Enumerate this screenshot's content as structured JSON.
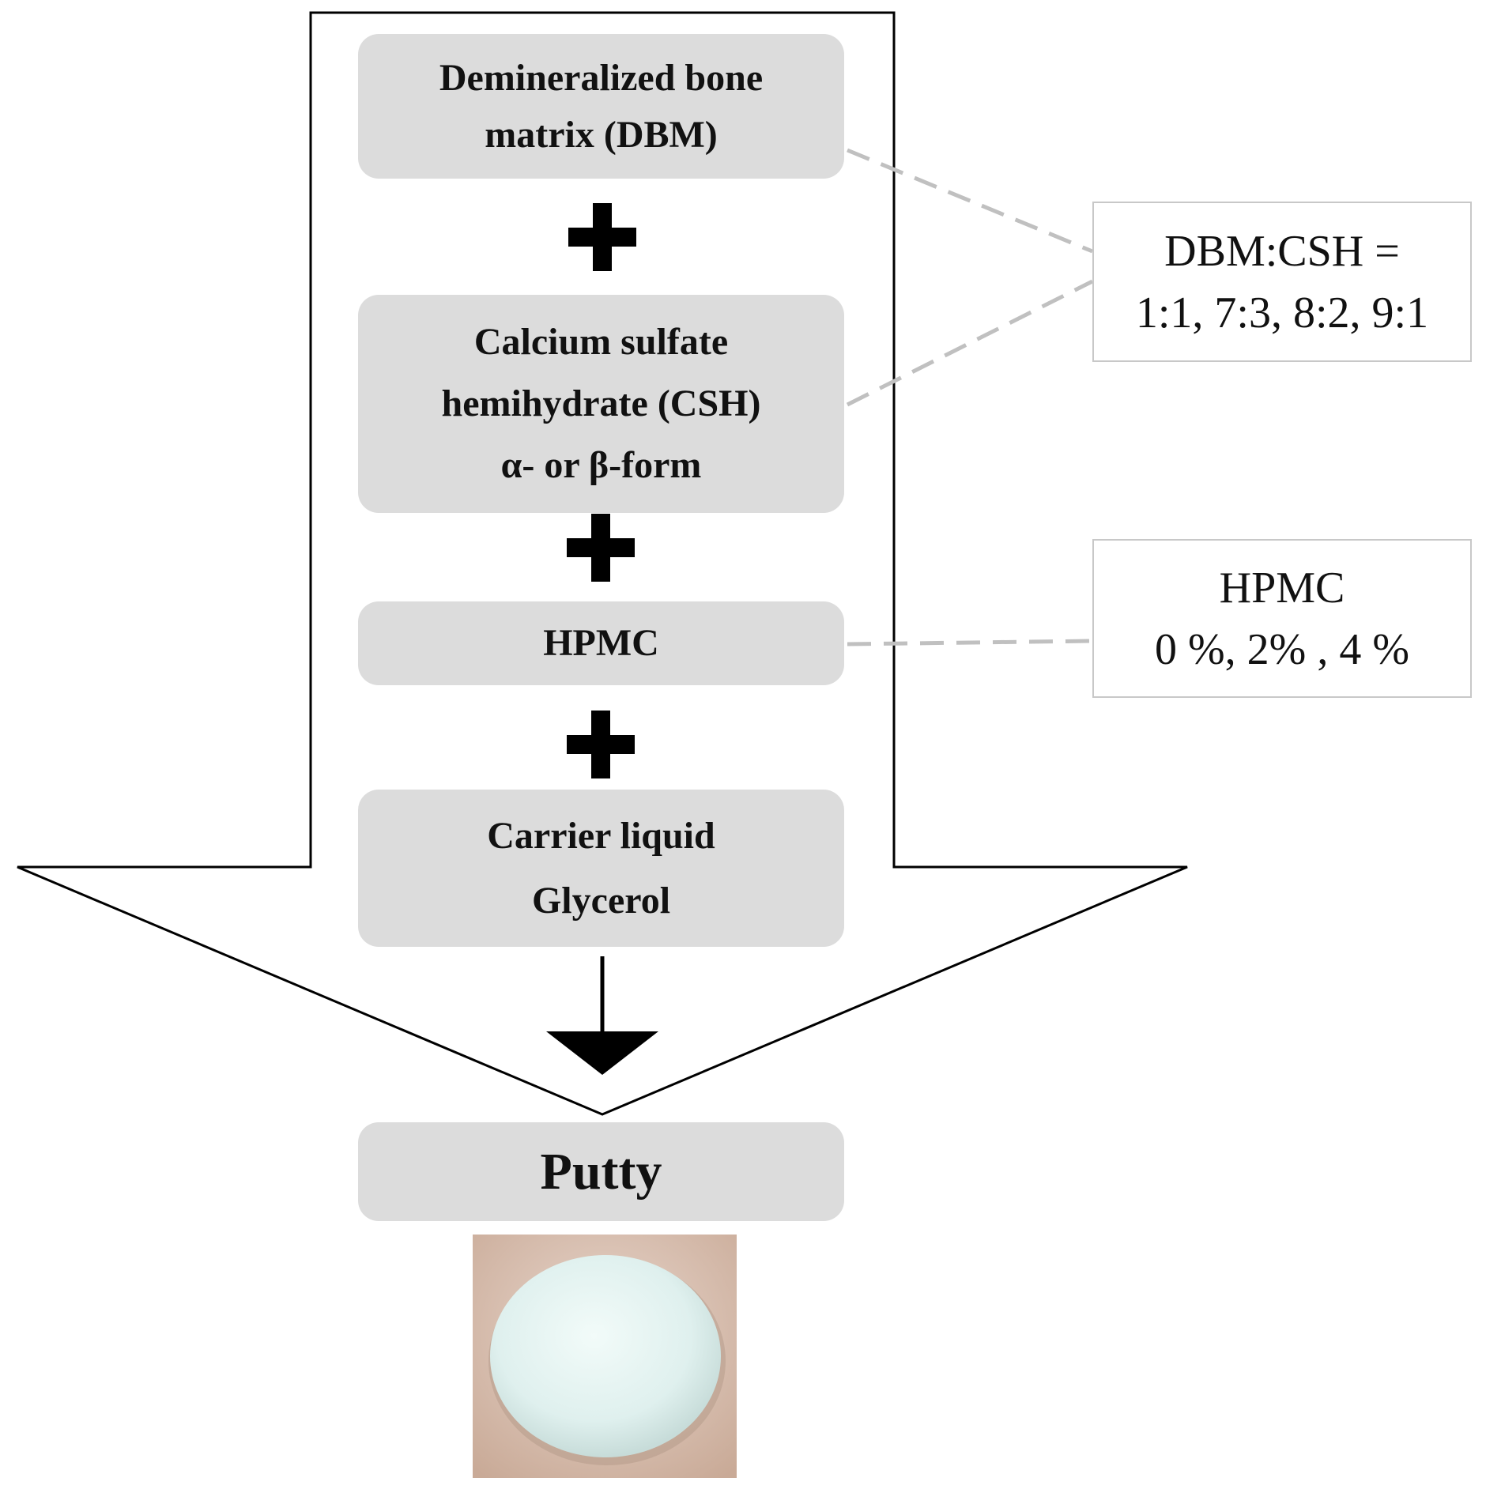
{
  "steps": {
    "dbm": {
      "line1": "Demineralized bone",
      "line2": "matrix (DBM)"
    },
    "csh": {
      "line1": "Calcium sulfate",
      "line2": "hemihydrate (CSH)",
      "line3": "α- or β-form"
    },
    "hpmc": {
      "line1": "HPMC"
    },
    "carrier": {
      "line1": "Carrier liquid",
      "line2": "Glycerol"
    },
    "result": {
      "line1": "Putty"
    }
  },
  "notes": {
    "ratio": {
      "line1": "DBM:CSH =",
      "line2": "1:1, 7:3, 8:2, 9:1"
    },
    "hpmc": {
      "line1": "HPMC",
      "line2": "0 %, 2% , 4 %"
    }
  },
  "colors": {
    "step_fill": "#dcdcdc",
    "note_border": "#c8c8c8",
    "connector": "#c0c0c0",
    "arrow_outline": "#000000"
  },
  "icons": {
    "plus": "plus-icon",
    "down_arrow": "down-arrow-icon",
    "photo": "putty-ball-photo"
  }
}
